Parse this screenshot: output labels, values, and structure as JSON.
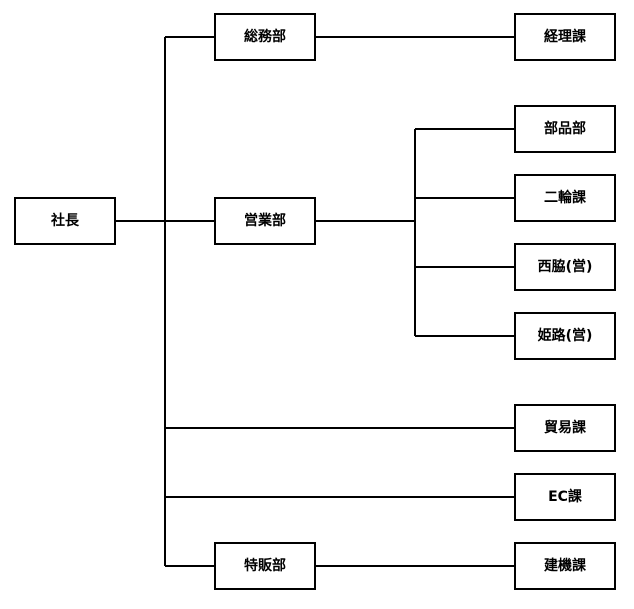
{
  "diagram": {
    "type": "org-chart",
    "root": {
      "id": "president",
      "label": "社長"
    },
    "nodes": [
      {
        "id": "president",
        "label": "社長"
      },
      {
        "id": "general-affairs",
        "label": "総務部"
      },
      {
        "id": "accounting",
        "label": "経理課"
      },
      {
        "id": "sales",
        "label": "営業部"
      },
      {
        "id": "parts",
        "label": "部品部"
      },
      {
        "id": "two-wheel",
        "label": "二輪課"
      },
      {
        "id": "nishiwaki",
        "label": "西脇(営)"
      },
      {
        "id": "himeji",
        "label": "姫路(営)"
      },
      {
        "id": "trade",
        "label": "貿易課"
      },
      {
        "id": "ec",
        "label": "EC課"
      },
      {
        "id": "special-sales",
        "label": "特販部"
      },
      {
        "id": "construction-machinery",
        "label": "建機課"
      }
    ],
    "edges": [
      {
        "from": "president",
        "to": "general-affairs"
      },
      {
        "from": "general-affairs",
        "to": "accounting"
      },
      {
        "from": "president",
        "to": "sales"
      },
      {
        "from": "sales",
        "to": "parts"
      },
      {
        "from": "sales",
        "to": "two-wheel"
      },
      {
        "from": "sales",
        "to": "nishiwaki"
      },
      {
        "from": "sales",
        "to": "himeji"
      },
      {
        "from": "president",
        "to": "trade"
      },
      {
        "from": "president",
        "to": "ec"
      },
      {
        "from": "president",
        "to": "special-sales"
      },
      {
        "from": "special-sales",
        "to": "construction-machinery"
      }
    ]
  }
}
